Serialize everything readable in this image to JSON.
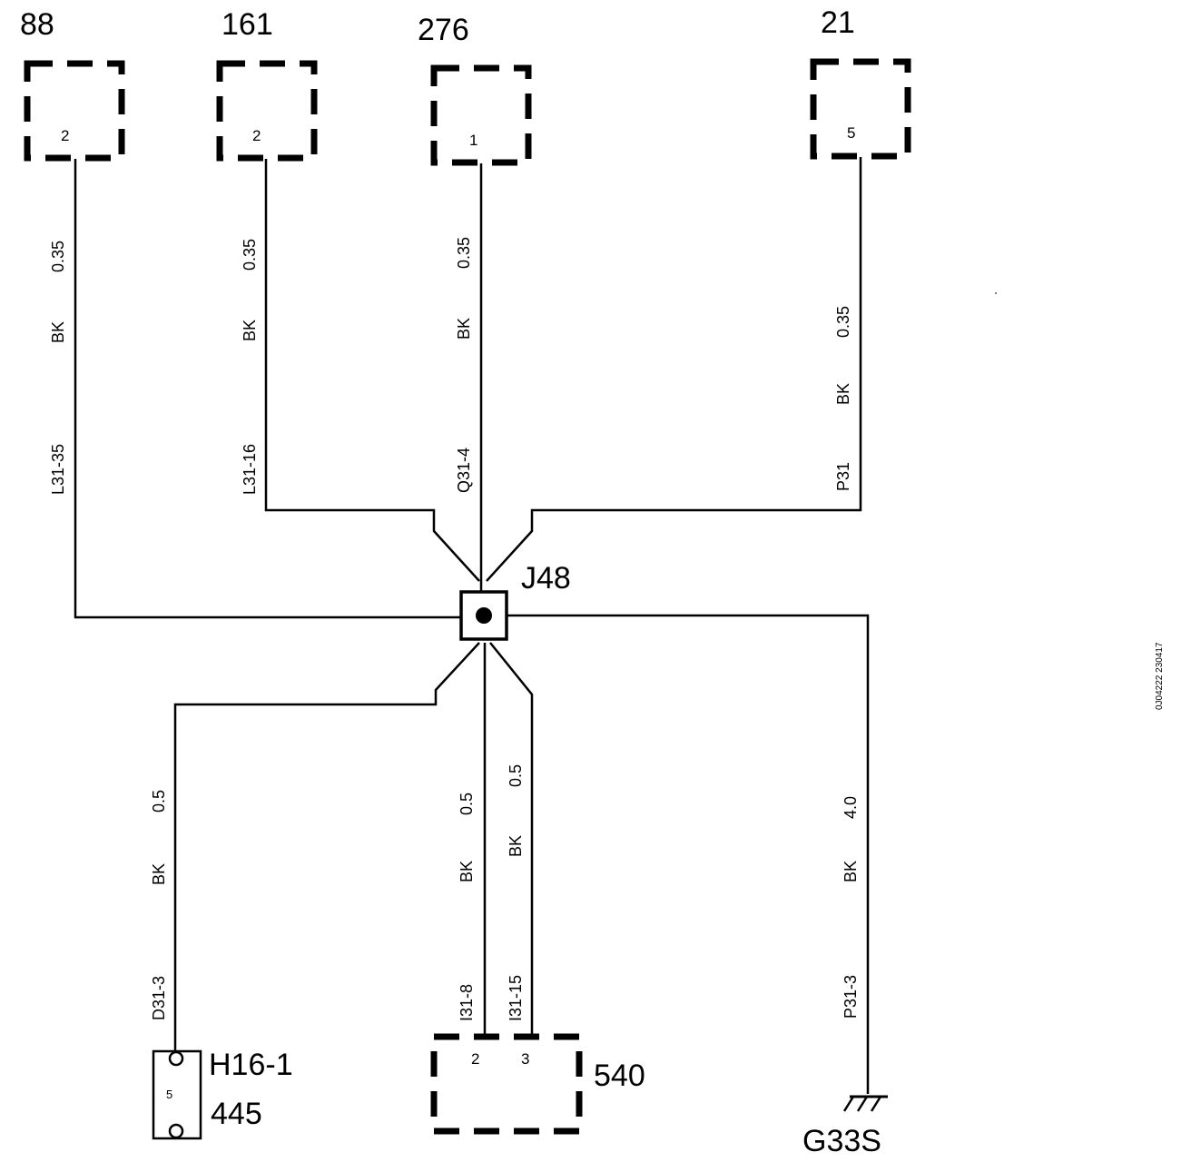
{
  "connectors": {
    "c88": {
      "id": "88",
      "pin": "2"
    },
    "c161": {
      "id": "161",
      "pin": "2"
    },
    "c276": {
      "id": "276",
      "pin": "1"
    },
    "c21": {
      "id": "21",
      "pin": "5"
    },
    "c540": {
      "id": "540",
      "pin_a": "2",
      "pin_b": "3"
    },
    "h16": {
      "id": "H16-1",
      "sub": "445",
      "pin": "5"
    }
  },
  "splice": {
    "id": "J48"
  },
  "ground": {
    "id": "G33S"
  },
  "wires": {
    "w88": {
      "size": "0.35",
      "color": "BK",
      "circuit": "L31-35"
    },
    "w161": {
      "size": "0.35",
      "color": "BK",
      "circuit": "L31-16"
    },
    "w276": {
      "size": "0.35",
      "color": "BK",
      "circuit": "Q31-4"
    },
    "w21": {
      "size": "0.35",
      "color": "BK",
      "circuit": "P31"
    },
    "wh16": {
      "size": "0.5",
      "color": "BK",
      "circuit": "D31-3"
    },
    "w540a": {
      "size": "0.5",
      "color": "BK",
      "circuit": "I31-8"
    },
    "w540b": {
      "size": "0.5",
      "color": "BK",
      "circuit": "I31-15"
    },
    "wg": {
      "size": "4.0",
      "color": "BK",
      "circuit": "P31-3"
    }
  },
  "ref_code": "0J04222 230417"
}
